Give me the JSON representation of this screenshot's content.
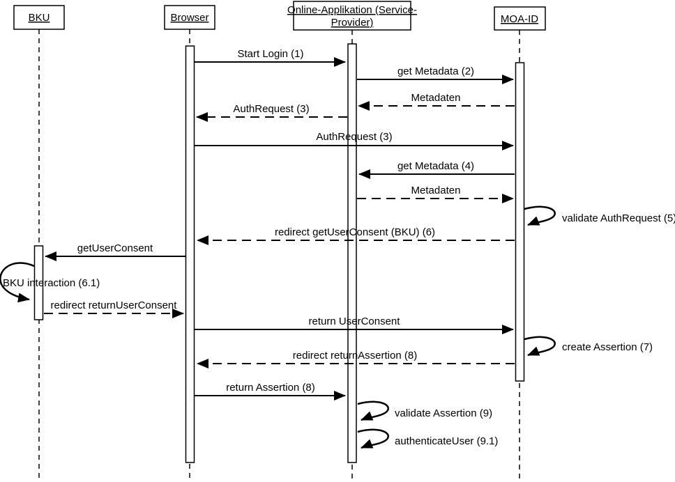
{
  "diagram": {
    "type": "uml-sequence-diagram",
    "colors": {
      "line": "#000000",
      "background": "#ffffff"
    },
    "actors": [
      {
        "id": "bku",
        "label": "BKU"
      },
      {
        "id": "browser",
        "label": "Browser"
      },
      {
        "id": "online-app",
        "label_line1": "Online-Applikation (Service-",
        "label_line2": "Provider)"
      },
      {
        "id": "moa-id",
        "label": "MOA-ID"
      }
    ],
    "messages": [
      {
        "label": "Start Login (1)",
        "from": "browser",
        "to": "online-app",
        "style": "solid"
      },
      {
        "label": "get Metadata (2)",
        "from": "online-app",
        "to": "moa-id",
        "style": "solid"
      },
      {
        "label": "Metadaten",
        "from": "moa-id",
        "to": "online-app",
        "style": "dashed"
      },
      {
        "label": "AuthRequest (3)",
        "from": "online-app",
        "to": "browser",
        "style": "dashed"
      },
      {
        "label": "AuthRequest (3)",
        "from": "browser",
        "to": "moa-id",
        "style": "solid"
      },
      {
        "label": "get Metadata (4)",
        "from": "moa-id",
        "to": "online-app",
        "style": "solid"
      },
      {
        "label": "Metadaten",
        "from": "online-app",
        "to": "moa-id",
        "style": "dashed"
      },
      {
        "label": "validate AuthRequest (5)",
        "from": "moa-id",
        "to": "moa-id",
        "style": "self"
      },
      {
        "label": "redirect getUserConsent (BKU) (6)",
        "from": "moa-id",
        "to": "browser",
        "style": "dashed"
      },
      {
        "label": "getUserConsent",
        "from": "browser",
        "to": "bku",
        "style": "solid"
      },
      {
        "label": "BKU interaction (6.1)",
        "from": "bku",
        "to": "bku",
        "style": "self"
      },
      {
        "label": "redirect returnUserConsent",
        "from": "bku",
        "to": "browser",
        "style": "dashed"
      },
      {
        "label": "return UserConsent",
        "from": "browser",
        "to": "moa-id",
        "style": "solid"
      },
      {
        "label": "create Assertion (7)",
        "from": "moa-id",
        "to": "moa-id",
        "style": "self"
      },
      {
        "label": "redirect returnAssertion (8)",
        "from": "moa-id",
        "to": "browser",
        "style": "dashed"
      },
      {
        "label": "return Assertion (8)",
        "from": "browser",
        "to": "online-app",
        "style": "solid"
      },
      {
        "label": "validate Assertion (9)",
        "from": "online-app",
        "to": "online-app",
        "style": "self"
      },
      {
        "label": "authenticateUser (9.1)",
        "from": "online-app",
        "to": "online-app",
        "style": "self"
      }
    ]
  }
}
